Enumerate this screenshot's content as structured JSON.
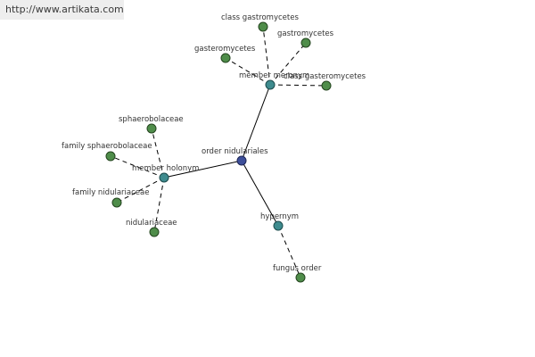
{
  "watermark": {
    "text": "http://www.artikata.com"
  },
  "graph": {
    "root": "order nidulariales",
    "hubs": {
      "member_meronym": "member meronym",
      "member_holonym": "member holonym",
      "hypernym": "hypernym"
    },
    "leaves": {
      "class_gastromycetes": "class gastromycetes",
      "gastromycetes": "gastromycetes",
      "gasteromycetes": "gasteromycetes",
      "class_gasteromycetes": "class gasteromycetes",
      "sphaerobolaceae": "sphaerobolaceae",
      "family_sphaerobolaceae": "family sphaerobolaceae",
      "family_nidulariaceae": "family nidulariaceae",
      "nidulariaceae": "nidulariaceae",
      "fungus_order": "fungus order"
    },
    "colors": {
      "root": "#3d4f9a",
      "hub": "#3e8b8e",
      "leaf": "#4f8d4a"
    }
  }
}
